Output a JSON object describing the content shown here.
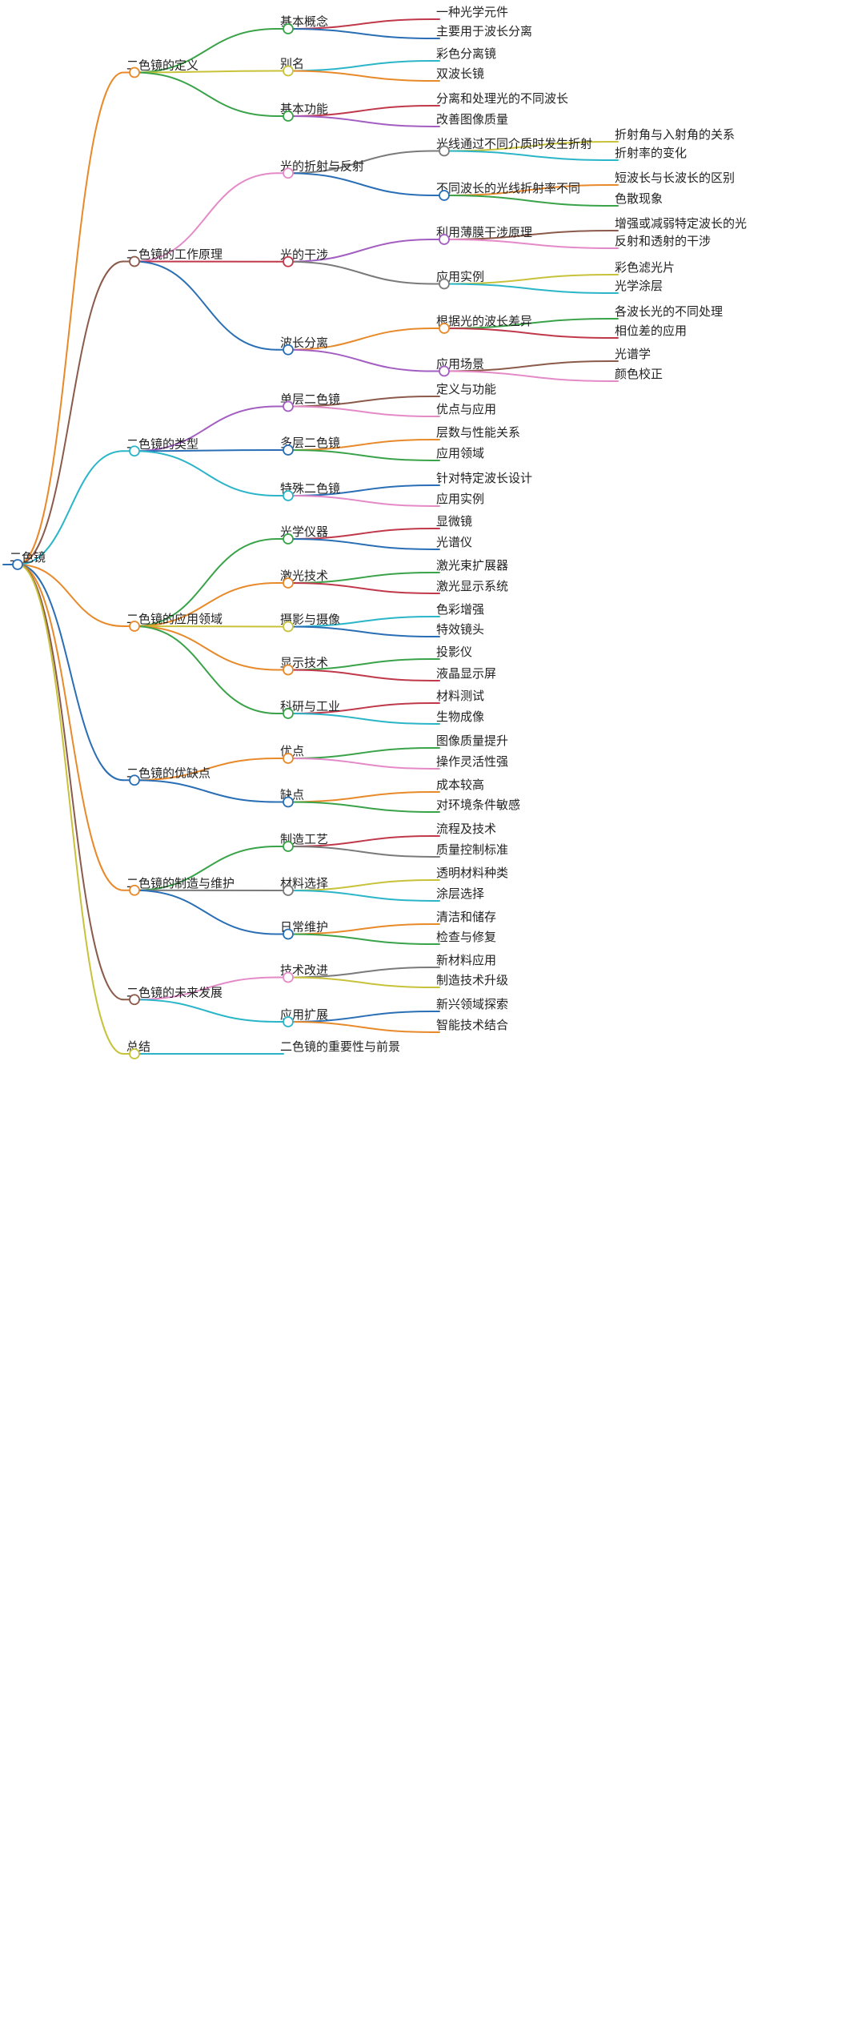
{
  "root": {
    "label": "二色镜",
    "color": "#2a6fb5",
    "children": [
      {
        "label": "二色镜的定义",
        "color": "#e8892a",
        "children": [
          {
            "label": "基本概念",
            "color": "#3aa34a",
            "children": [
              {
                "label": "一种光学元件",
                "color": "#c0394b",
                "children": []
              },
              {
                "label": "主要用于波长分离",
                "color": "#2a6fb5",
                "children": []
              }
            ]
          },
          {
            "label": "别名",
            "color": "#c8c23a",
            "children": [
              {
                "label": "彩色分离镜",
                "color": "#2bb5c9",
                "children": []
              },
              {
                "label": "双波长镜",
                "color": "#e8892a",
                "children": []
              }
            ]
          },
          {
            "label": "基本功能",
            "color": "#3aa34a",
            "children": [
              {
                "label": "分离和处理光的不同波长",
                "color": "#c0394b",
                "children": []
              },
              {
                "label": "改善图像质量",
                "color": "#a35ec2",
                "children": []
              }
            ]
          }
        ]
      },
      {
        "label": "二色镜的工作原理",
        "color": "#8b5a4a",
        "children": [
          {
            "label": "光的折射与反射",
            "color": "#e48ac8",
            "children": [
              {
                "label": "光线通过不同介质时发生折射",
                "color": "#7a7a7a",
                "children": [
                  {
                    "label": "折射角与入射角的关系",
                    "color": "#c8c23a",
                    "children": []
                  },
                  {
                    "label": "折射率的变化",
                    "color": "#2bb5c9",
                    "children": []
                  }
                ]
              },
              {
                "label": "不同波长的光线折射率不同",
                "color": "#2a6fb5",
                "children": [
                  {
                    "label": "短波长与长波长的区别",
                    "color": "#e8892a",
                    "children": []
                  },
                  {
                    "label": "色散现象",
                    "color": "#3aa34a",
                    "children": []
                  }
                ]
              }
            ]
          },
          {
            "label": "光的干涉",
            "color": "#c0394b",
            "children": [
              {
                "label": "利用薄膜干涉原理",
                "color": "#a35ec2",
                "children": [
                  {
                    "label": "增强或减弱特定波长的光",
                    "color": "#8b5a4a",
                    "children": []
                  },
                  {
                    "label": "反射和透射的干涉",
                    "color": "#e48ac8",
                    "children": []
                  }
                ]
              },
              {
                "label": "应用实例",
                "color": "#7a7a7a",
                "children": [
                  {
                    "label": "彩色滤光片",
                    "color": "#c8c23a",
                    "children": []
                  },
                  {
                    "label": "光学涂层",
                    "color": "#2bb5c9",
                    "children": []
                  }
                ]
              }
            ]
          },
          {
            "label": "波长分离",
            "color": "#2a6fb5",
            "children": [
              {
                "label": "根据光的波长差异",
                "color": "#e8892a",
                "children": [
                  {
                    "label": "各波长光的不同处理",
                    "color": "#3aa34a",
                    "children": []
                  },
                  {
                    "label": "相位差的应用",
                    "color": "#c0394b",
                    "children": []
                  }
                ]
              },
              {
                "label": "应用场景",
                "color": "#a35ec2",
                "children": [
                  {
                    "label": "光谱学",
                    "color": "#8b5a4a",
                    "children": []
                  },
                  {
                    "label": "颜色校正",
                    "color": "#e48ac8",
                    "children": []
                  }
                ]
              }
            ]
          }
        ]
      },
      {
        "label": "二色镜的类型",
        "color": "#2bb5c9",
        "children": [
          {
            "label": "单层二色镜",
            "color": "#a35ec2",
            "children": [
              {
                "label": "定义与功能",
                "color": "#8b5a4a",
                "children": []
              },
              {
                "label": "优点与应用",
                "color": "#e48ac8",
                "children": []
              }
            ]
          },
          {
            "label": "多层二色镜",
            "color": "#2a6fb5",
            "children": [
              {
                "label": "层数与性能关系",
                "color": "#e8892a",
                "children": []
              },
              {
                "label": "应用领域",
                "color": "#3aa34a",
                "children": []
              }
            ]
          },
          {
            "label": "特殊二色镜",
            "color": "#2bb5c9",
            "children": [
              {
                "label": "针对特定波长设计",
                "color": "#2a6fb5",
                "children": []
              },
              {
                "label": "应用实例",
                "color": "#e48ac8",
                "children": []
              }
            ]
          }
        ]
      },
      {
        "label": "二色镜的应用领域",
        "color": "#e8892a",
        "children": [
          {
            "label": "光学仪器",
            "color": "#3aa34a",
            "children": [
              {
                "label": "显微镜",
                "color": "#c0394b",
                "children": []
              },
              {
                "label": "光谱仪",
                "color": "#2a6fb5",
                "children": []
              }
            ]
          },
          {
            "label": "激光技术",
            "color": "#e8892a",
            "children": [
              {
                "label": "激光束扩展器",
                "color": "#3aa34a",
                "children": []
              },
              {
                "label": "激光显示系统",
                "color": "#c0394b",
                "children": []
              }
            ]
          },
          {
            "label": "摄影与摄像",
            "color": "#c8c23a",
            "children": [
              {
                "label": "色彩增强",
                "color": "#2bb5c9",
                "children": []
              },
              {
                "label": "特效镜头",
                "color": "#2a6fb5",
                "children": []
              }
            ]
          },
          {
            "label": "显示技术",
            "color": "#e8892a",
            "children": [
              {
                "label": "投影仪",
                "color": "#3aa34a",
                "children": []
              },
              {
                "label": "液晶显示屏",
                "color": "#c0394b",
                "children": []
              }
            ]
          },
          {
            "label": "科研与工业",
            "color": "#3aa34a",
            "children": [
              {
                "label": "材料测试",
                "color": "#c0394b",
                "children": []
              },
              {
                "label": "生物成像",
                "color": "#2bb5c9",
                "children": []
              }
            ]
          }
        ]
      },
      {
        "label": "二色镜的优缺点",
        "color": "#2a6fb5",
        "children": [
          {
            "label": "优点",
            "color": "#e8892a",
            "children": [
              {
                "label": "图像质量提升",
                "color": "#3aa34a",
                "children": []
              },
              {
                "label": "操作灵活性强",
                "color": "#e48ac8",
                "children": []
              }
            ]
          },
          {
            "label": "缺点",
            "color": "#2a6fb5",
            "children": [
              {
                "label": "成本较高",
                "color": "#e8892a",
                "children": []
              },
              {
                "label": "对环境条件敏感",
                "color": "#3aa34a",
                "children": []
              }
            ]
          }
        ]
      },
      {
        "label": "二色镜的制造与维护",
        "color": "#e8892a",
        "children": [
          {
            "label": "制造工艺",
            "color": "#3aa34a",
            "children": [
              {
                "label": "流程及技术",
                "color": "#c0394b",
                "children": []
              },
              {
                "label": "质量控制标准",
                "color": "#7a7a7a",
                "children": []
              }
            ]
          },
          {
            "label": "材料选择",
            "color": "#7a7a7a",
            "children": [
              {
                "label": "透明材料种类",
                "color": "#c8c23a",
                "children": []
              },
              {
                "label": "涂层选择",
                "color": "#2bb5c9",
                "children": []
              }
            ]
          },
          {
            "label": "日常维护",
            "color": "#2a6fb5",
            "children": [
              {
                "label": "清洁和储存",
                "color": "#e8892a",
                "children": []
              },
              {
                "label": "检查与修复",
                "color": "#3aa34a",
                "children": []
              }
            ]
          }
        ]
      },
      {
        "label": "二色镜的未来发展",
        "color": "#8b5a4a",
        "children": [
          {
            "label": "技术改进",
            "color": "#e48ac8",
            "children": [
              {
                "label": "新材料应用",
                "color": "#7a7a7a",
                "children": []
              },
              {
                "label": "制造技术升级",
                "color": "#c8c23a",
                "children": []
              }
            ]
          },
          {
            "label": "应用扩展",
            "color": "#2bb5c9",
            "children": [
              {
                "label": "新兴领域探索",
                "color": "#2a6fb5",
                "children": []
              },
              {
                "label": "智能技术结合",
                "color": "#e8892a",
                "children": []
              }
            ]
          }
        ]
      },
      {
        "label": "总结",
        "color": "#c8c23a",
        "children": [
          {
            "label": "二色镜的重要性与前景",
            "color": "#2bb5c9",
            "children": []
          }
        ]
      }
    ]
  }
}
